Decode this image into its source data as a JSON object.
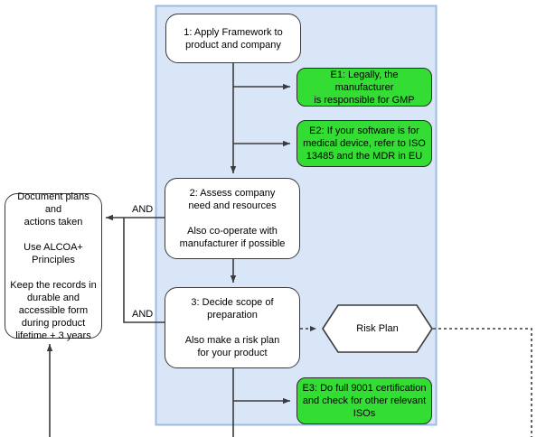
{
  "diagram": {
    "title": "GMP / Quality Framework Preparation Flowchart",
    "colors": {
      "pool_fill": "#d9e6f7",
      "pool_border": "#9dbbe0",
      "node_fill": "#ffffff",
      "node_border": "#3b3b3b",
      "highlight_fill": "#33dd33",
      "highlight_border": "#2a2a2a",
      "connector": "#3b3b3b",
      "page_background": "#ffffff"
    },
    "pool": {
      "name": "main-process-lane"
    },
    "nodes": {
      "step1": {
        "label": "1: Apply Framework to\nproduct and company",
        "shape": "rounded-rectangle",
        "fill": "#ffffff"
      },
      "step2": {
        "label": "2: Assess company\nneed and resources\n\nAlso co-operate with\nmanufacturer if possible",
        "shape": "rounded-rectangle",
        "fill": "#ffffff"
      },
      "step3": {
        "label": "3: Decide scope of\npreparation\n\nAlso make a risk plan\nfor your product",
        "shape": "rounded-rectangle",
        "fill": "#ffffff"
      },
      "e1": {
        "label": "E1: Legally, the manufacturer\nis responsible for GMP",
        "shape": "rounded-rectangle",
        "fill": "#33dd33"
      },
      "e2": {
        "label": "E2: If your software is for\nmedical device, refer to ISO\n13485 and the MDR in EU",
        "shape": "rounded-rectangle",
        "fill": "#33dd33"
      },
      "e3": {
        "label": "E3: Do full 9001 certification\nand check for other relevant\nISOs",
        "shape": "rounded-rectangle",
        "fill": "#33dd33"
      },
      "risk_plan": {
        "label": "Risk Plan",
        "shape": "hexagon",
        "fill": "#ffffff"
      },
      "document_record": {
        "label": "Document plans and\nactions taken\n\nUse ALCOA+\nPrinciples\n\nKeep the records in\ndurable and\naccessible form\nduring product\nlifetime + 3 years",
        "shape": "rounded-rectangle",
        "fill": "#ffffff"
      }
    },
    "edge_labels": {
      "and_upper": "AND",
      "and_lower": "AND"
    }
  }
}
